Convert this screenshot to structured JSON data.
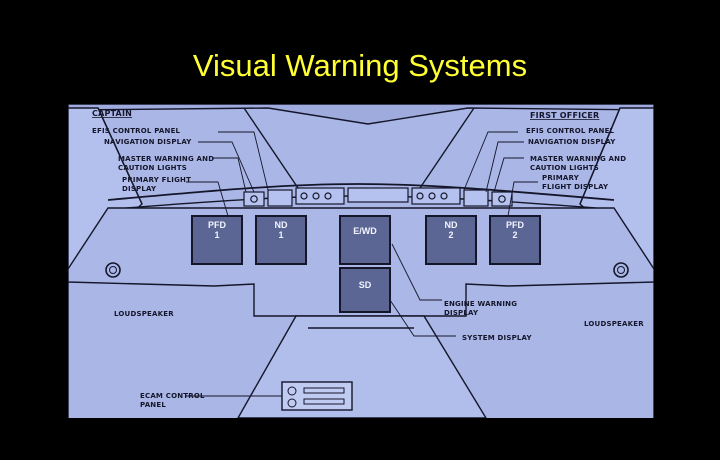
{
  "slide": {
    "title": "Visual Warning Systems"
  },
  "diagram": {
    "captain": {
      "heading": "CAPTAIN",
      "efis": "EFIS CONTROL PANEL",
      "nav": "NAVIGATION DISPLAY",
      "mw1": "MASTER WARNING AND",
      "mw2": "CAUTION LIGHTS",
      "pfd1": "PRIMARY FLIGHT",
      "pfd2": "DISPLAY"
    },
    "first_officer": {
      "heading": "FIRST OFFICER",
      "efis": "EFIS CONTROL PANEL",
      "nav": "NAVIGATION DISPLAY",
      "mw1": "MASTER WARNING AND",
      "mw2": "CAUTION LIGHTS",
      "pfd1": "PRIMARY",
      "pfd2": "FLIGHT DISPLAY"
    },
    "screens": {
      "pfd1_a": "PFD",
      "pfd1_b": "1",
      "nd1_a": "ND",
      "nd1_b": "1",
      "ewd": "E/WD",
      "nd2_a": "ND",
      "nd2_b": "2",
      "pfd2_a": "PFD",
      "pfd2_b": "2",
      "sd": "SD"
    },
    "labels": {
      "loudspeaker_left": "LOUDSPEAKER",
      "loudspeaker_right": "LOUDSPEAKER",
      "ewd1": "ENGINE WARNING",
      "ewd2": "DISPLAY",
      "sysdisp": "SYSTEM DISPLAY",
      "ecam1": "ECAM CONTROL",
      "ecam2": "PANEL"
    }
  },
  "colors": {
    "title": "#ffff33",
    "background": "#000000",
    "diagram_fill": "#a9b6e6",
    "outline": "#15162a",
    "screen": "#5c6694"
  }
}
